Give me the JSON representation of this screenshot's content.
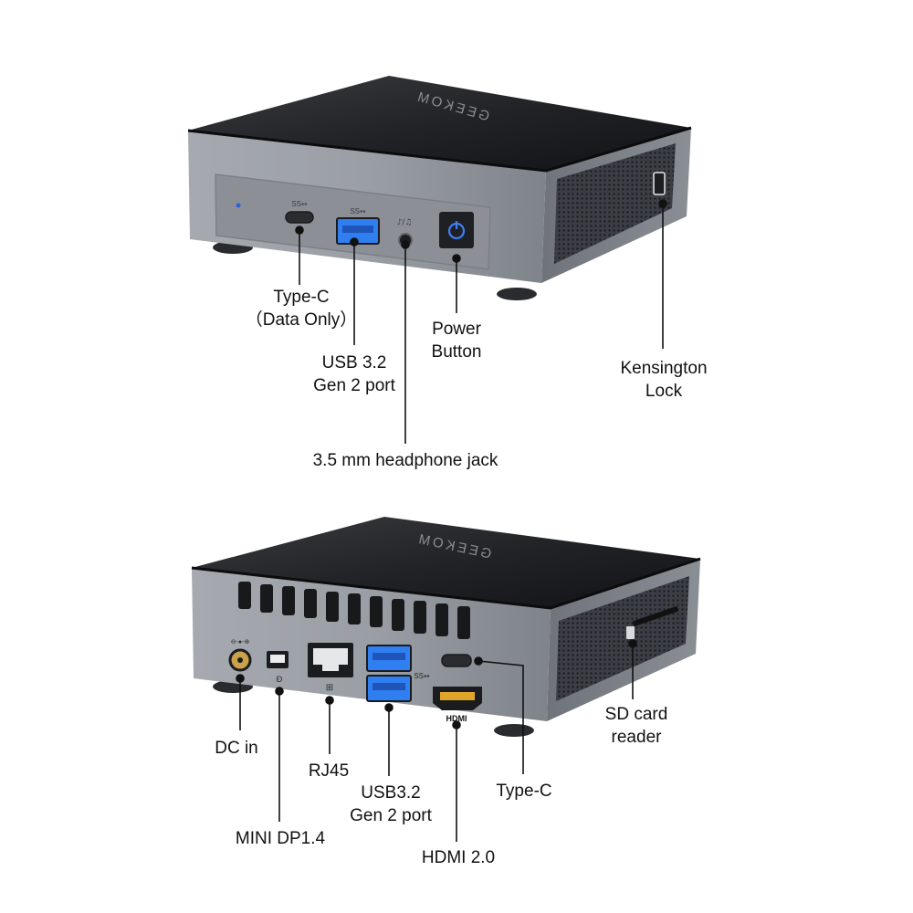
{
  "brand": "GEEKOM",
  "front": {
    "labels": {
      "type_c": [
        "Type-C",
        "（Data Only）"
      ],
      "usb": [
        "USB 3.2",
        "Gen 2 port"
      ],
      "power": [
        "Power",
        "Button"
      ],
      "kensington": [
        "Kensington",
        "Lock"
      ],
      "headphone": [
        "3.5 mm headphone jack"
      ]
    }
  },
  "rear": {
    "labels": {
      "dc_in": [
        "DC in"
      ],
      "rj45": [
        "RJ45"
      ],
      "usb": [
        "USB3.2",
        "Gen 2 port"
      ],
      "type_c": [
        "Type-C"
      ],
      "sd_card": [
        "SD card",
        "reader"
      ],
      "mini_dp": [
        "MINI DP1.4"
      ],
      "hdmi": [
        "HDMI 2.0"
      ]
    }
  },
  "colors": {
    "top_panel": "#1e1f22",
    "chassis": "#8f939a",
    "power_button": "#2f6fe0",
    "usb_blue": "#2f7ff0",
    "text": "#111111"
  }
}
